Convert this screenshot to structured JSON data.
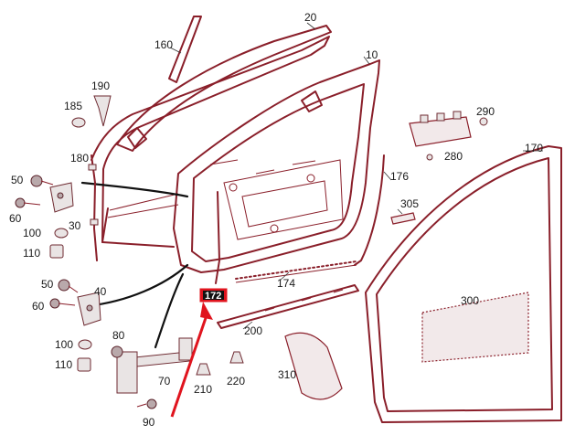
{
  "labels": {
    "p10": "10",
    "p20": "20",
    "p30": "30",
    "p40": "40",
    "p50a": "50",
    "p50b": "50",
    "p60a": "60",
    "p60b": "60",
    "p70": "70",
    "p80": "80",
    "p90": "90",
    "p100a": "100",
    "p100b": "100",
    "p110a": "110",
    "p110b": "110",
    "p160": "160",
    "p170": "170",
    "p172": "172",
    "p174": "174",
    "p176": "176",
    "p180": "180",
    "p185": "185",
    "p190": "190",
    "p200": "200",
    "p210": "210",
    "p220": "220",
    "p280": "280",
    "p290": "290",
    "p300": "300",
    "p305": "305",
    "p310": "310"
  },
  "colors": {
    "part_outline": "#8a1f2a",
    "highlight": "#e0141e",
    "arrow": "#e0141e",
    "wiring": "#111111"
  },
  "highlighted_part": "p172"
}
